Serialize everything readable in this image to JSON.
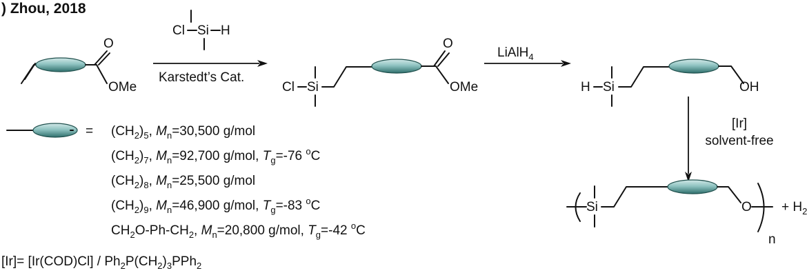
{
  "heading": ") Zhou, 2018",
  "colors": {
    "unit_fill_light": "#a9d2d0",
    "unit_fill_dark": "#2f6f6c",
    "ink": "#111111"
  },
  "reagents": {
    "silane_cl": "Cl",
    "silane_si": "Si",
    "silane_h": "H",
    "catalyst": "Karstedt’s Cat.",
    "reducer_main": "LiAlH",
    "reducer_sub": "4",
    "ir_label": "[Ir]",
    "solvent": "solvent-free"
  },
  "molecules": {
    "ester_o": "O",
    "ester_ome": "OMe",
    "chlorosilyl_cl": "Cl",
    "chlorosilyl_si": "Si",
    "chlorosilyl_o": "O",
    "chlorosilyl_ome": "OMe",
    "hydrosilyl_h": "H",
    "hydrosilyl_si": "Si",
    "hydrosilyl_oh": "OH",
    "polymer_si": "Si",
    "polymer_o": "O",
    "polymer_n": "n",
    "byproduct": "+ H",
    "byproduct_sub": "2"
  },
  "legend": {
    "equals": "=",
    "entries": [
      {
        "group": "(CH",
        "group_sub": "2",
        "group_close": ")",
        "group_idx": "5",
        "mn_sym": "M",
        "mn_sub": "n",
        "mn_val": "=30,500 g/mol"
      },
      {
        "group": "(CH",
        "group_sub": "2",
        "group_close": ")",
        "group_idx": "7",
        "mn_sym": "M",
        "mn_sub": "n",
        "mn_val": "=92,700 g/mol,",
        "tg_sym": "T",
        "tg_sub": "g",
        "tg_val": "=-76 ",
        "tg_deg": "o",
        "tg_unit": "C"
      },
      {
        "group": "(CH",
        "group_sub": "2",
        "group_close": ")",
        "group_idx": "8",
        "mn_sym": "M",
        "mn_sub": "n",
        "mn_val": "=25,500 g/mol"
      },
      {
        "group": "(CH",
        "group_sub": "2",
        "group_close": ")",
        "group_idx": "9",
        "mn_sym": "M",
        "mn_sub": "n",
        "mn_val": "=46,900 g/mol,",
        "tg_sym": "T",
        "tg_sub": "g",
        "tg_val": "=-83 ",
        "tg_deg": "o",
        "tg_unit": "C"
      },
      {
        "group": "CH",
        "group_sub": "2",
        "group_close": "O-Ph-CH",
        "group_idx": "2",
        "mn_sym": "M",
        "mn_sub": "n",
        "mn_val": "=20,800 g/mol,",
        "tg_sym": "T",
        "tg_sub": "g",
        "tg_val": "=-42 ",
        "tg_deg": "o",
        "tg_unit": "C"
      }
    ]
  },
  "footnote": {
    "a": "[Ir]= [Ir(COD)Cl] / Ph",
    "b": "2",
    "c": "P(CH",
    "d": "2",
    "e": ")",
    "f": "3",
    "g": "PPh",
    "h": "2"
  }
}
